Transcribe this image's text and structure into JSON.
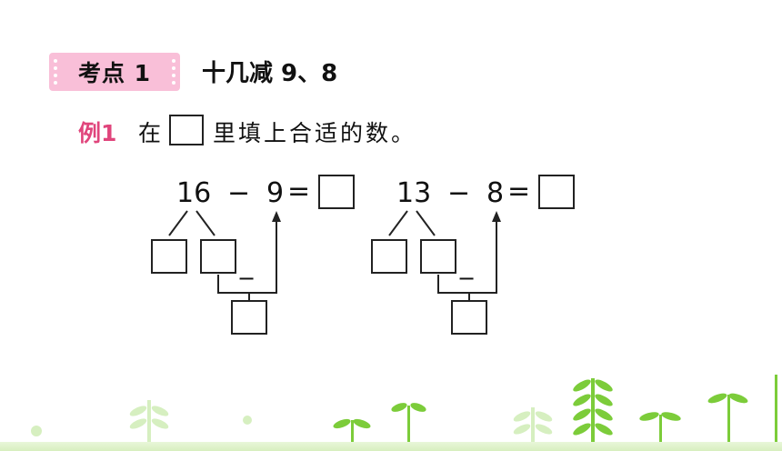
{
  "header": {
    "badge_label": "考点 1",
    "topic_title": "十几减 9、8"
  },
  "example": {
    "label": "例1",
    "text_before_box": "在",
    "text_after_box": "里填上合适的数。"
  },
  "problems": [
    {
      "minuend": "16",
      "operator": "−",
      "subtrahend": "9",
      "equals": "=",
      "sub_operator": "−"
    },
    {
      "minuend": "13",
      "operator": "−",
      "subtrahend": "8",
      "equals": "=",
      "sub_operator": "−"
    }
  ],
  "colors": {
    "badge_bg": "#f9bfd8",
    "example_label": "#e0457c",
    "sprout_green": "#7ccc3a",
    "sprout_light": "#d6efc0"
  }
}
